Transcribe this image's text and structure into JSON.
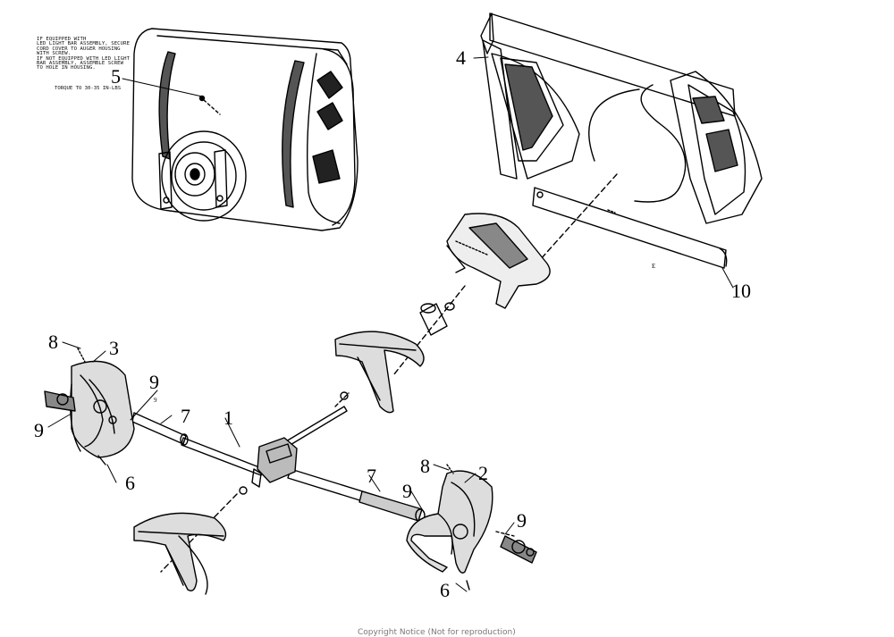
{
  "note": {
    "lines": [
      "IF EQUIPPED WITH",
      "LED LIGHT BAR ASSEMBLY, SECURE",
      "CORD COVER TO AUGER HOUSING",
      "WITH SCREW.",
      "IF NOT EQUIPPED WITH LED LIGHT",
      "BAR ASSEMBLY, ASSEMBLE SCREW",
      "TO HOLE IN HOUSING."
    ],
    "torque": "TORQUE TO 30-35 IN-LBS"
  },
  "callouts": {
    "c1": "1",
    "c2": "2",
    "c3": "3",
    "c4": "4",
    "c5": "5",
    "c6a": "6",
    "c6b": "6",
    "c7a": "7",
    "c7b": "7",
    "c8a": "8",
    "c8b": "8",
    "c9a": "9",
    "c9b": "9",
    "c9c": "9",
    "c9d": "9",
    "c10": "10"
  },
  "small_labels": {
    "e": "E",
    "nine_small": "9"
  },
  "footer": "Copyright Notice (Not for reproduction)"
}
